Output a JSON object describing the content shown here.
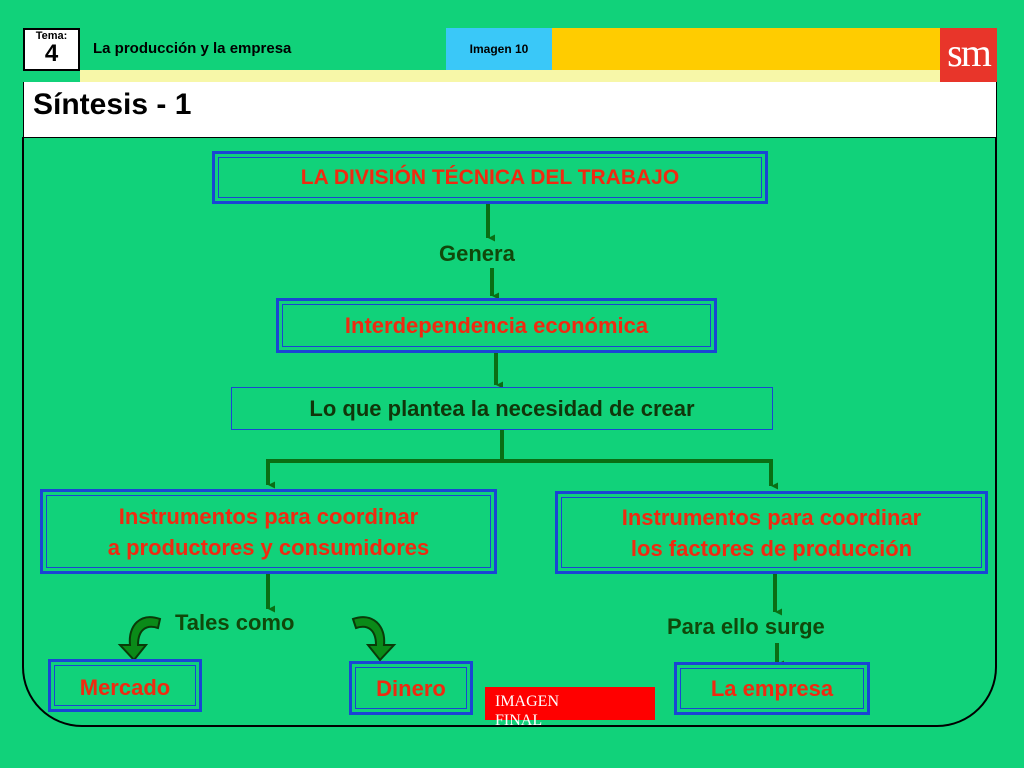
{
  "header": {
    "tema_label": "Tema:",
    "tema_number": "4",
    "course_title": "La producción y la empresa",
    "imagen_tab": "Imagen 10",
    "logo": "sm",
    "slide_title": "Síntesis - 1"
  },
  "diagram": {
    "top_box": "LA DIVISIÓN TÉCNICA DEL TRABAJO",
    "label_genera": "Genera",
    "box_interdependencia": "Interdependencia económica",
    "box_necesidad": "Lo que plantea la necesidad de crear",
    "box_left_line1": "Instrumentos para coordinar",
    "box_left_line2": "a productores y consumidores",
    "box_right_line1": "Instrumentos para coordinar",
    "box_right_line2": "los factores de producción",
    "label_tales": "Tales como",
    "label_para": "Para ello surge",
    "box_mercado": "Mercado",
    "box_dinero": "Dinero",
    "box_empresa": "La empresa"
  },
  "button_final": {
    "line1": "IMAGEN",
    "line2": "FINAL"
  },
  "colors": {
    "background": "#11d27a",
    "box_border": "#1a45d4",
    "box_text": "#f02a10",
    "arrow": "#0a6e14",
    "yellow_band": "#ffcc00",
    "imagen_tab": "#3ac8f8",
    "logo_bg": "#e8352a",
    "final_button": "#ff0000"
  }
}
